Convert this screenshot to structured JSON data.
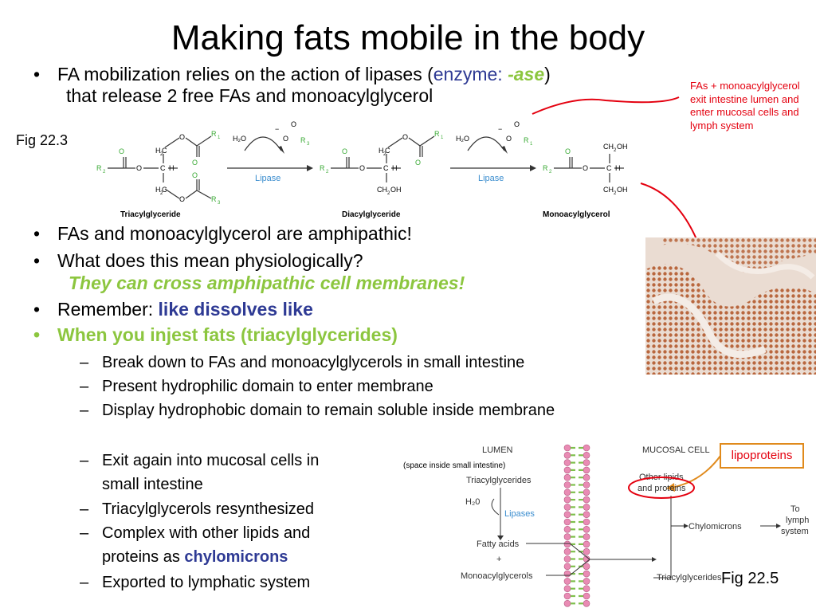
{
  "title": "Making fats mobile in the body",
  "bullet1": {
    "line1_pre": "FA mobilization relies on the action of lipases (",
    "enzyme": "enzyme: ",
    "ase": "-ase",
    "close": ")",
    "line2": "that release 2 free FAs and monoacylglycerol"
  },
  "fig223_label": "Fig 22.3",
  "fig225_label": "Fig 22.5",
  "callout_red": "FAs + monoacylglycerol exit intestine lumen and enter mucosal cells and lymph system",
  "callout_lipoproteins": "lipoproteins",
  "reaction": {
    "water": "H₂O",
    "enzyme": "Lipase",
    "tri": "Triacylglyceride",
    "di": "Diacylglyceride",
    "mono": "Monoacylglycerol"
  },
  "bullets": [
    {
      "text": "FAs and monoacylglycerol are amphipathic!"
    },
    {
      "text": "What does this mean physiologically?",
      "answer": "They can cross amphipathic cell membranes!"
    },
    {
      "pre": "Remember: ",
      "emph": "like dissolves like"
    },
    {
      "text": "When you injest fats (triacylglycerides)"
    }
  ],
  "sub_bullets": [
    "Break down to FAs and monoacylglycerols in small intestine",
    "Present hydrophilic domain to enter membrane",
    "Display hydrophobic domain to remain soluble inside membrane"
  ],
  "sub_bullets2": [
    {
      "line1": "Exit again into mucosal cells in",
      "line2": "small intestine"
    },
    {
      "line1": "Triacylglycerols resynthesized"
    },
    {
      "line1": "Complex with other lipids and",
      "line2_pre": "proteins as ",
      "line2_emph": "chylomicrons"
    },
    {
      "line1": "Exported to lymphatic system"
    }
  ],
  "diagram": {
    "lumen": "LUMEN",
    "lumen_sub": "(space inside small intestine)",
    "mucosal": "MUCOSAL CELL",
    "triacyl_top": "Triacylglycerides",
    "water": "H₂0",
    "lipases": "Lipases",
    "fatty": "Fatty acids",
    "plus": "+",
    "mono": "Monoacylglycerols",
    "other1": "Other lipids",
    "other2": "and proteins",
    "chylo": "Chylomicrons",
    "to1": "To",
    "to2": "lymph",
    "to3": "system",
    "triacyl_right": "Triacylglycerides"
  },
  "colors": {
    "green": "#8cc63f",
    "blue": "#2e3a94",
    "red": "#e4000f",
    "chem_green": "#3aaa35",
    "tissue": "#c8896a"
  }
}
